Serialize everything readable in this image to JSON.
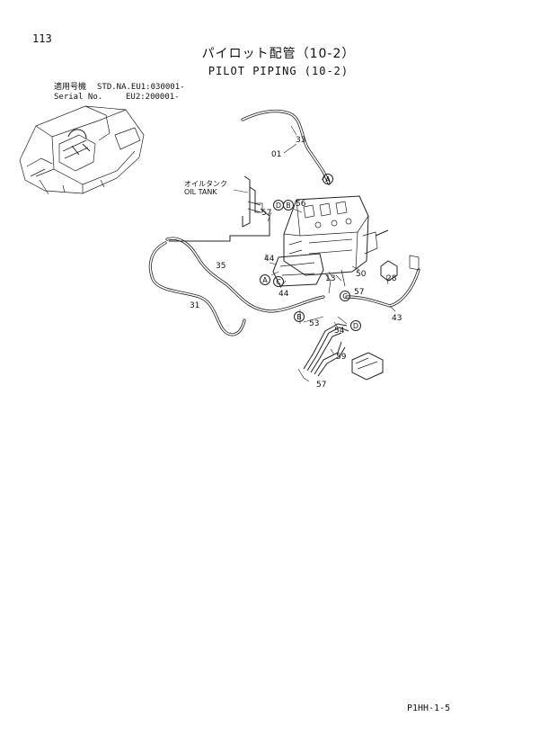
{
  "page": {
    "number": "113",
    "title_jp": "パイロット配管（10-2）",
    "title_en": "PILOT PIPING (10-2)",
    "footer_code": "P1HH-1-5"
  },
  "serial": {
    "label_jp": "適用号機",
    "label_en": "Serial No.",
    "line1": "STD.NA.EU1:030001-",
    "line2": "EU2:200001-"
  },
  "diagram": {
    "oil_tank_jp": "オイルタンク",
    "oil_tank_en": "OIL TANK",
    "part_numbers": {
      "p01": "01",
      "p13": "13",
      "p28": "28",
      "p31": "31",
      "p33": "33",
      "p35": "35",
      "p43": "43",
      "p44a": "44",
      "p44b": "44",
      "p50": "50",
      "p53": "53",
      "p54": "54",
      "p56": "56",
      "p57a": "57",
      "p57b": "57",
      "p57c": "57",
      "p59": "59"
    },
    "connectors": {
      "A1": "A",
      "A2": "A",
      "B1": "B",
      "B2": "B",
      "C1": "C",
      "C2": "C",
      "D1": "D",
      "D2": "D"
    }
  }
}
